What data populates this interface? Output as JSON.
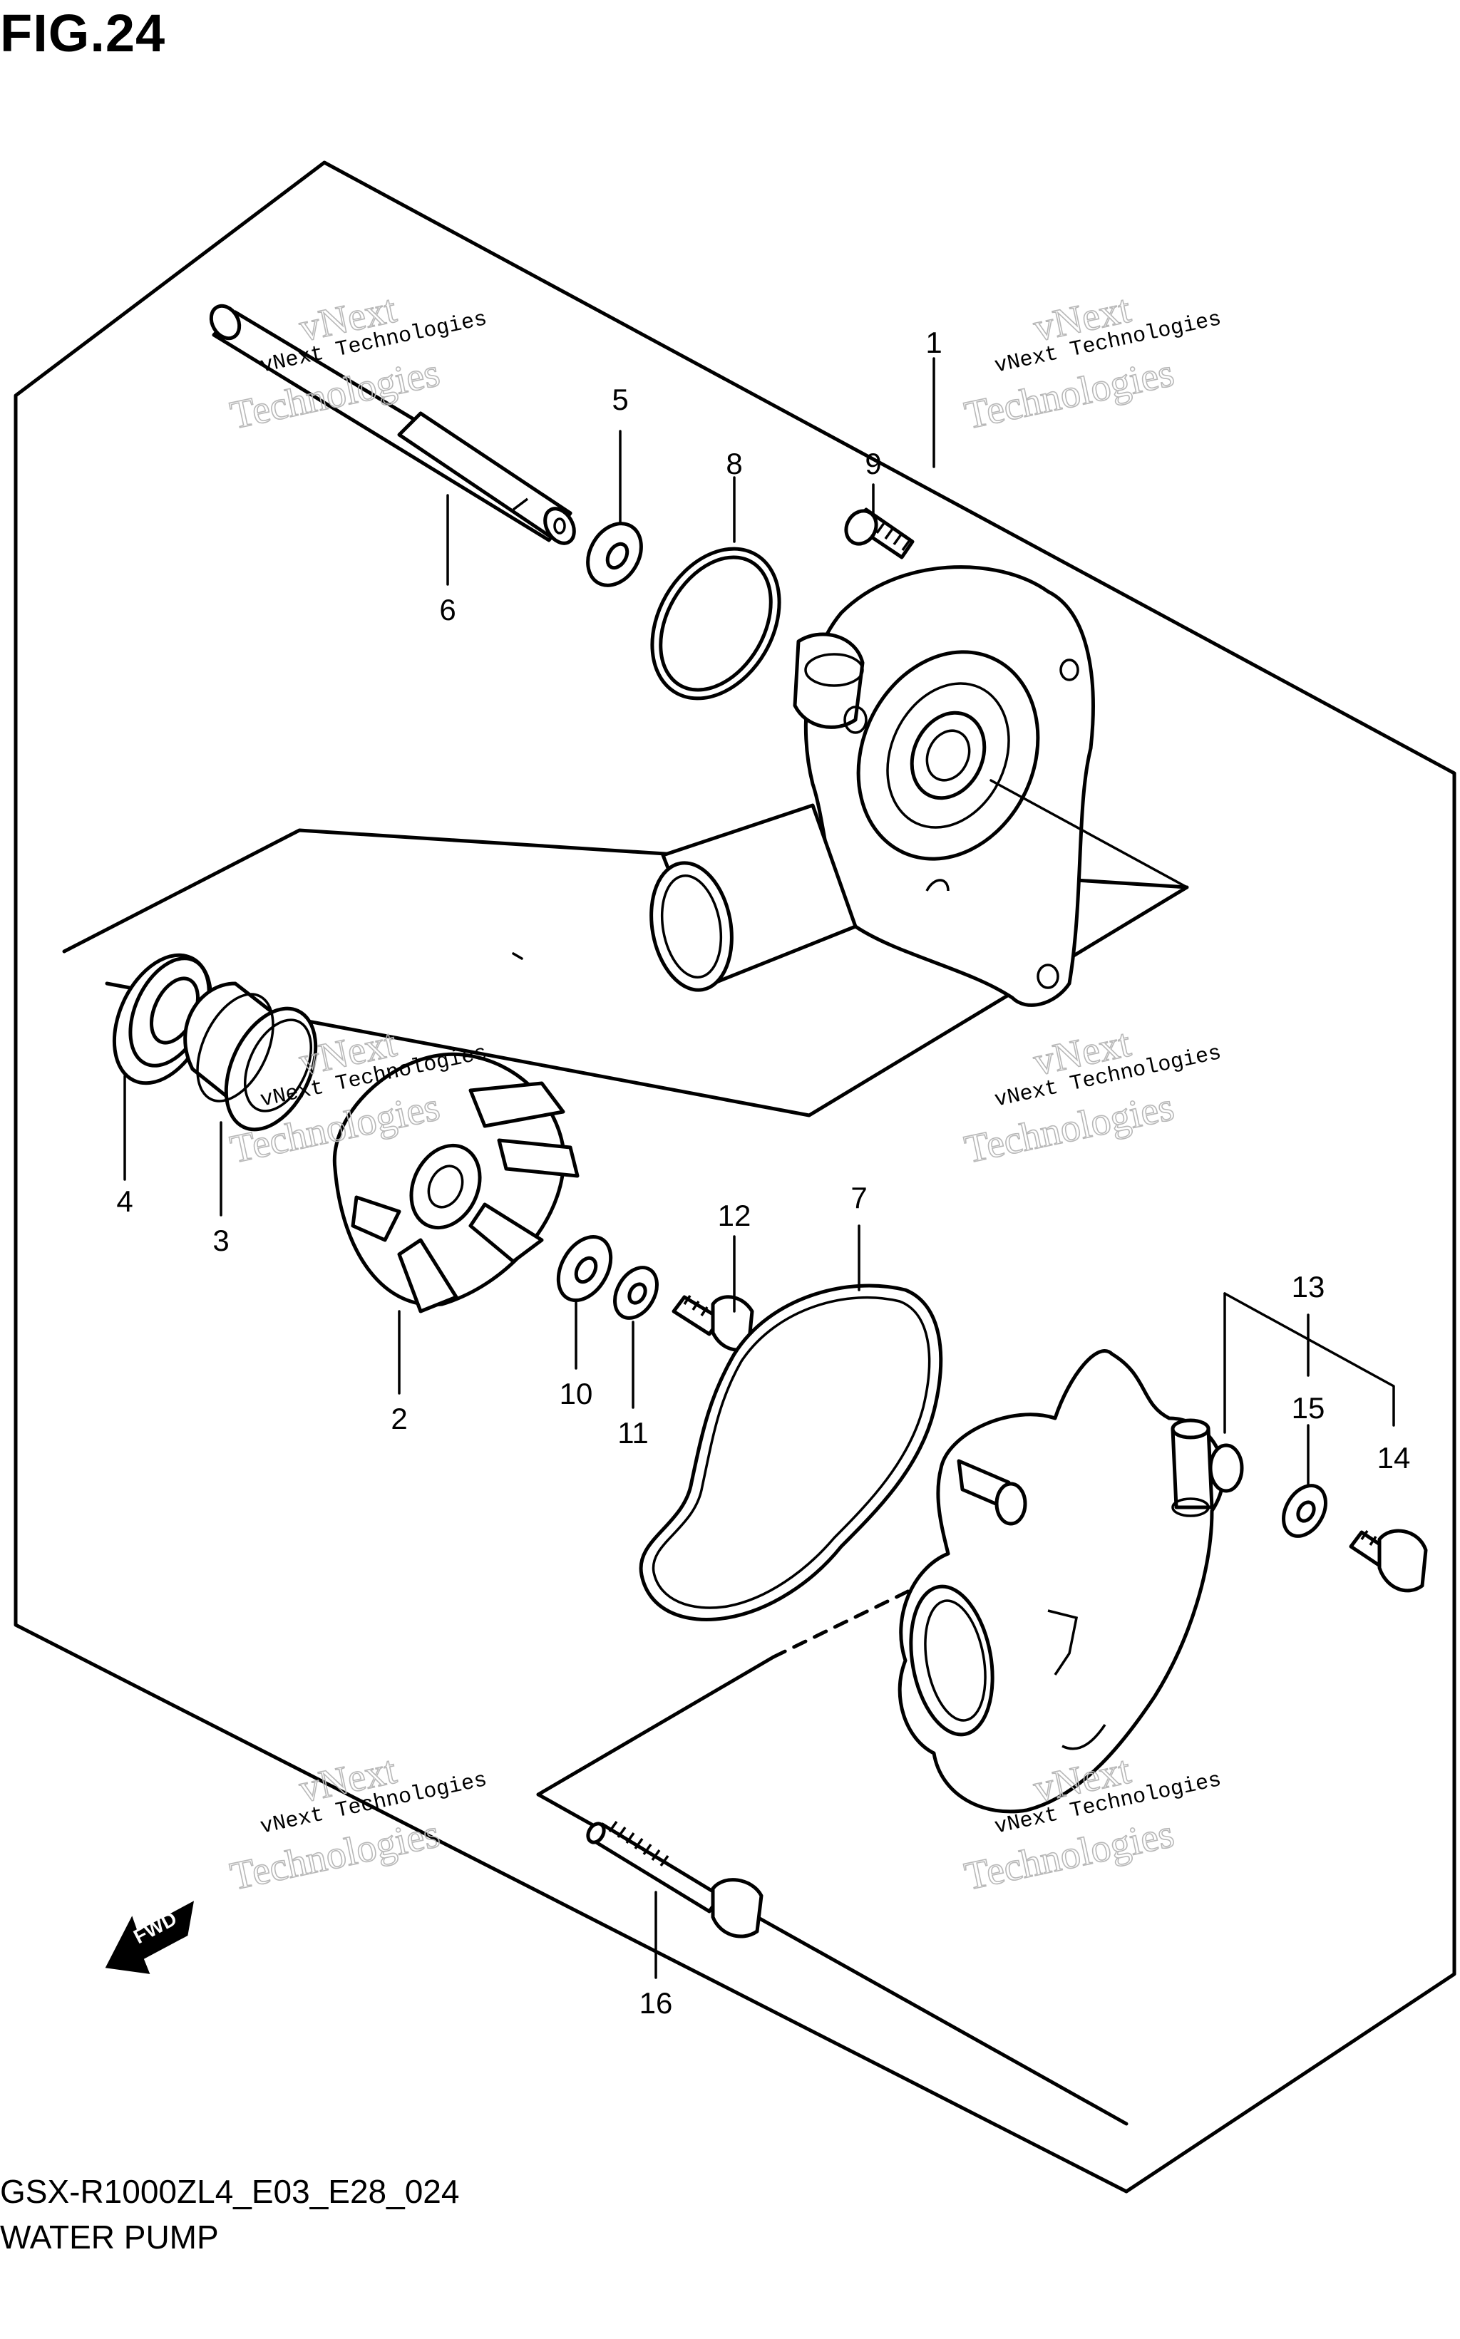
{
  "figure": {
    "title": "FIG.24"
  },
  "footer": {
    "code": "GSX-R1000ZL4_E03_E28_024",
    "name": "WATER PUMP"
  },
  "fwd_label": "FWD",
  "watermark": {
    "line1": "vNext Technologies",
    "line2": "Technologies",
    "line3": "vNext"
  },
  "callouts": [
    {
      "label": "1"
    },
    {
      "label": "2"
    },
    {
      "label": "3"
    },
    {
      "label": "4"
    },
    {
      "label": "5"
    },
    {
      "label": "6"
    },
    {
      "label": "7"
    },
    {
      "label": "8"
    },
    {
      "label": "9"
    },
    {
      "label": "10"
    },
    {
      "label": "11"
    },
    {
      "label": "12"
    },
    {
      "label": "13"
    },
    {
      "label": "14"
    },
    {
      "label": "15"
    },
    {
      "label": "16"
    }
  ]
}
